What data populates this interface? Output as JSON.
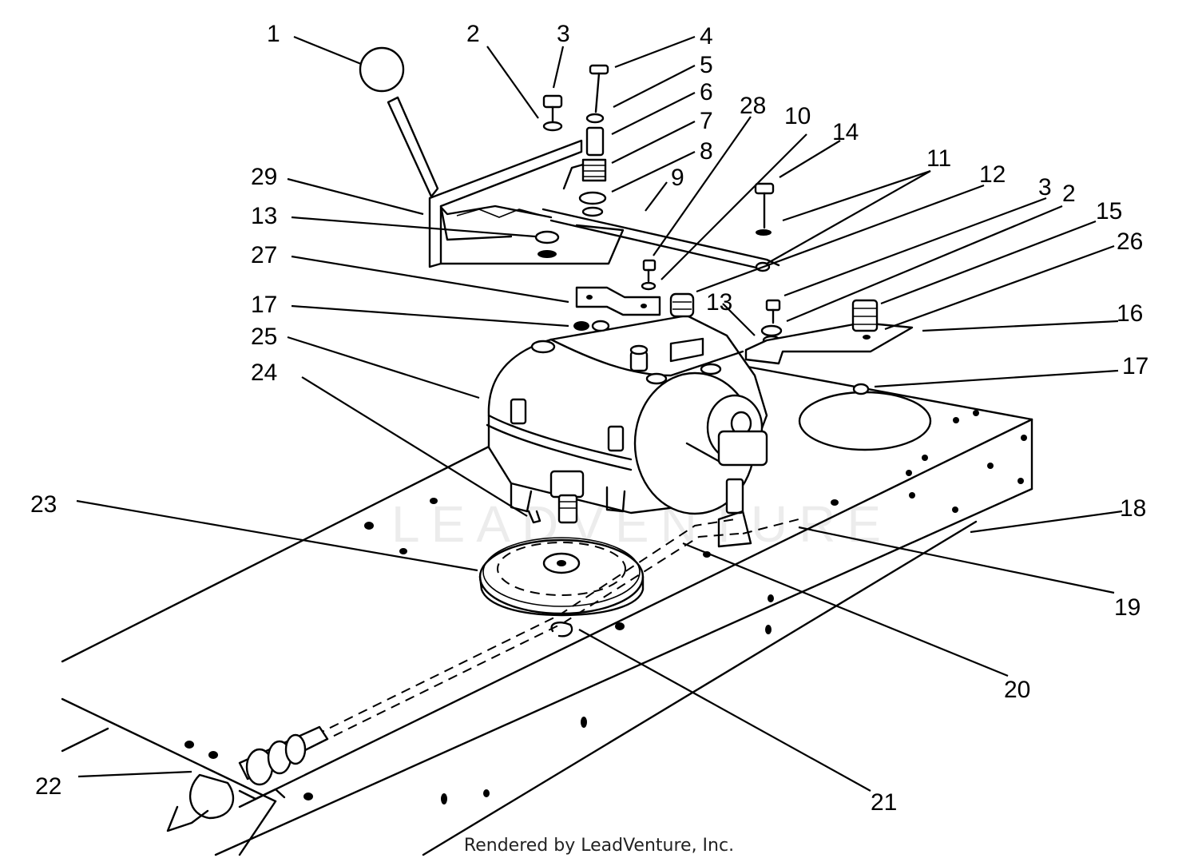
{
  "watermark": "LEADVENTURE",
  "footer": "Rendered by LeadVenture, Inc.",
  "callouts": {
    "c1": "1",
    "c2a": "2",
    "c3a": "3",
    "c4": "4",
    "c5": "5",
    "c6": "6",
    "c7": "7",
    "c8": "8",
    "c9": "9",
    "c28": "28",
    "c10": "10",
    "c14": "14",
    "c11": "11",
    "c12": "12",
    "c3b": "3",
    "c2b": "2",
    "c15": "15",
    "c26": "26",
    "c16": "16",
    "c17b": "17",
    "c18": "18",
    "c19": "19",
    "c20": "20",
    "c21": "21",
    "c22": "22",
    "c23": "23",
    "c24": "24",
    "c25": "25",
    "c17a": "17",
    "c27": "27",
    "c13a": "13",
    "c13b": "13",
    "c29": "29"
  }
}
